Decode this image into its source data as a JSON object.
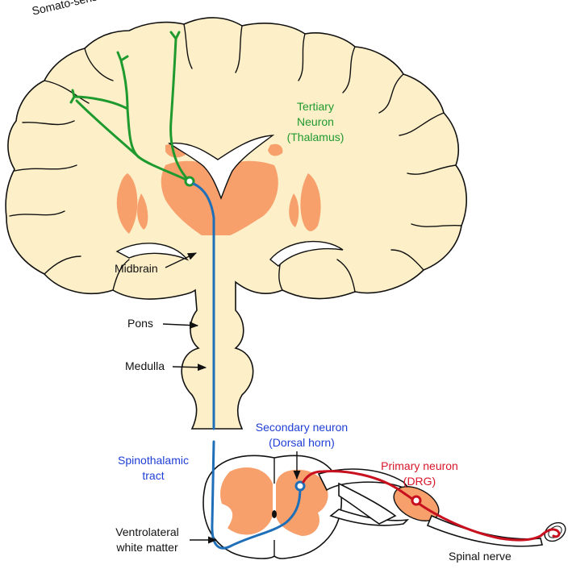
{
  "labels": {
    "cortex": "Somato-sensory cortex",
    "tertiary_1": "Tertiary",
    "tertiary_2": "Neuron",
    "tertiary_3": "(Thalamus)",
    "midbrain": "Midbrain",
    "pons": "Pons",
    "medulla": "Medulla",
    "secondary_1": "Secondary neuron",
    "secondary_2": "(Dorsal horn)",
    "spinothalamic_1": "Spinothalamic",
    "spinothalamic_2": "tract",
    "primary_1": "Primary neuron",
    "primary_2": "(DRG)",
    "ventrolateral_1": "Ventrolateral",
    "ventrolateral_2": "white matter",
    "spinal_nerve": "Spinal nerve"
  },
  "colors": {
    "brain_fill": "#fdefc8",
    "gray_matter": "#f7a06c",
    "ventricle": "#ffffff",
    "tertiary": "#1f9a2e",
    "secondary": "#1e6fb8",
    "primary": "#c8101e",
    "outline": "#111111"
  }
}
